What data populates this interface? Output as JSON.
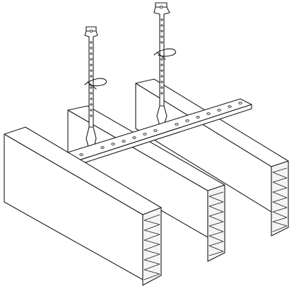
{
  "figure": {
    "background": "#ffffff",
    "line_color": "#1a1a1a",
    "panel_count": 3,
    "hanger_count": 2,
    "components": [
      "baffle-panel",
      "perforated-hanger-strap",
      "perforated-angle-rail",
      "spring-clip"
    ]
  }
}
